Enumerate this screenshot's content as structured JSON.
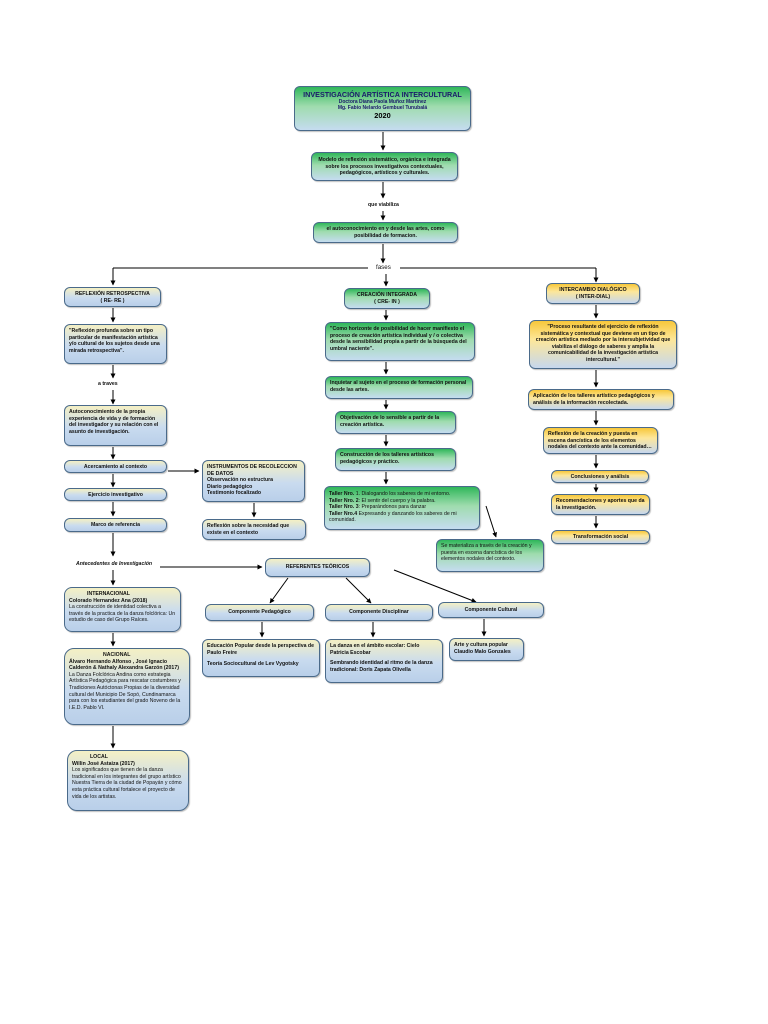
{
  "top": {
    "title": "INVESTIGACIÓN ARTÍSTICA  INTERCULTURAL",
    "author1": "Doctora Diana Paola Muñoz  Martínez",
    "author2": "Mg. Fabio Nelardo Gembuel Tunubalá",
    "year": "2020"
  },
  "modelo": "Modelo de reflexión sistemático, orgánica e integrada sobre  los procesos investigativos contextuales, pedagógicos, artísticos y culturales.",
  "que_viabiliza": "que viabiliza",
  "autoconocimiento": "el  autoconocimiento  en y desde las artes,  como posibilidad de formacion.",
  "fases": "fases",
  "col1": {
    "header_l1": "REFLEXIÓN RETROSPECTIVA",
    "header_l2": "( RE- RE )",
    "quote": "\"Reflexión profunda  sobre un tipo particular de manifestación artística y/o cultural de los sujetos desde una mirada retrospectiva\".",
    "a_traves": "a traves",
    "autocon": "Autoconocimiento de la propia experiencia de vida  y de formación del investigador y su relación con el asunto de investigación.",
    "acercamiento": "Acercamiento  al contexto",
    "ejercicio": "Ejercicio investigativo",
    "marco": "Marco de referencia",
    "antecedentes": "Antecedentes de Investigación"
  },
  "instrumentos": {
    "title": "INSTRUMENTOS DE RECOLECCION DE DATOS",
    "items": [
      "Observación no estructura",
      "Diario pedagógico",
      "Testimonio focalizado"
    ]
  },
  "reflexion_necesidad": "Reflexión sobre la necesidad que existe en el contexto",
  "internacional": {
    "label": "INTERNACIONAL",
    "author": "Colorado Hernandez Ana (2018)",
    "text": "La construcción de identidad colectiva a través de la practica de la danza folclórica: Un estudio de caso del Grupo Raíces."
  },
  "nacional": {
    "label": "NACIONAL",
    "author": "Álvaro Hernando Alfonso , José Ignacio Calderón  & Nathaly Alexandra Garzón (2017)",
    "text": "La Danza Folclórica Andina como estrategia Artística Pedagógica para rescatar costumbres y Tradiciones Autóctonas Propias de la diversidad cultural del Municipio De Sopó, Cundinamarca para con los estudiantes del grado Noveno de la I.E.D. Pablo VI."
  },
  "local": {
    "label": "LOCAL",
    "author": "Willin José Astaiza  (2017)",
    "text": "Los significados que tienen de la danza tradicional en los integrantes del grupo artístico Nuestra Tierra de la ciudad de Popayán y cómo esta práctica cultural fortalece el proyecto de vida de los artistas."
  },
  "referentes": "REFERENTES TEÓRICOS",
  "comp_ped": {
    "title": "Componente Pedagógico",
    "item1": "Educación Popular desde la perspectiva de Paulo Freire",
    "item2": "Teoría Sociocultural de Lev Vygotsky"
  },
  "comp_dis": {
    "title": "Componente Disciplinar",
    "item1": "La danza en el ámbito escolar: Cielo Patricia Escobar",
    "item2": "Sembrando identidad al ritmo de la danza tradicional: Doris Zapata Olivella"
  },
  "comp_cul": {
    "title": "Componente Cultural",
    "item1": "Arte y cultura popular",
    "item2": "Claudio Malo Gonzales"
  },
  "col2": {
    "header_l1": "CREACIÓN INTEGRADA",
    "header_l2": "( CRE- IN )",
    "quote": "\"Como horizonte de posibilidad de hacer manifiesto el proceso de creación artística  individual  y / o colectiva desde la sensibilidad propia a partir de la búsqueda del umbral naciente\".",
    "inquietar": "Inquietar al  sujeto en el proceso de formación personal desde las artes.",
    "objetivacion": "Objetivación de lo sensible a partir de la creación artística.",
    "construccion": "Construcción de los talleres artísticos pedagógicos y práctico.",
    "talleres": [
      {
        "b": "Taller Nro.",
        "t": "1. Dialogando los saberes de mi entorno."
      },
      {
        "b": "Taller Nro. 2",
        "t": ": El  sentir del cuerpo y la palabra."
      },
      {
        "b": "Taller  Nro. 3",
        "t": ": Preparándonos para danzar"
      },
      {
        "b": "Taller Nro.4",
        "t": " Expresando y danzando los saberes de mi comunidad."
      }
    ],
    "materializa": "Se materializa a través  de la creación y puesta en escena dancística de los elementos nodales del contexto."
  },
  "col3": {
    "header_l1": "INTERCAMBIO DIALÓGICO",
    "header_l2": "( INTER-DIAL)",
    "quote": "\"Proceso resultante del ejercicio de reflexión sistemática y contextual  que deviene en un tipo de creación artística mediado por la intersubjetividad que viabiliza el diálogo de saberes  y amplia la comunicabilidad de la investigación artística intercultural.\"",
    "aplicacion": "Aplicación de los talleres artístico pedagógicos y análisis de la información recolectada.",
    "reflexion": "Reflexión de la creación y puesta en escena dancística de los elementos nodales del contexto ante la comunidad…",
    "conclusiones": "Conclusiones  y  análisis",
    "recomendaciones": "Recomendaciones  y aportes que da la investigación.",
    "transformacion": "Transformación social"
  }
}
